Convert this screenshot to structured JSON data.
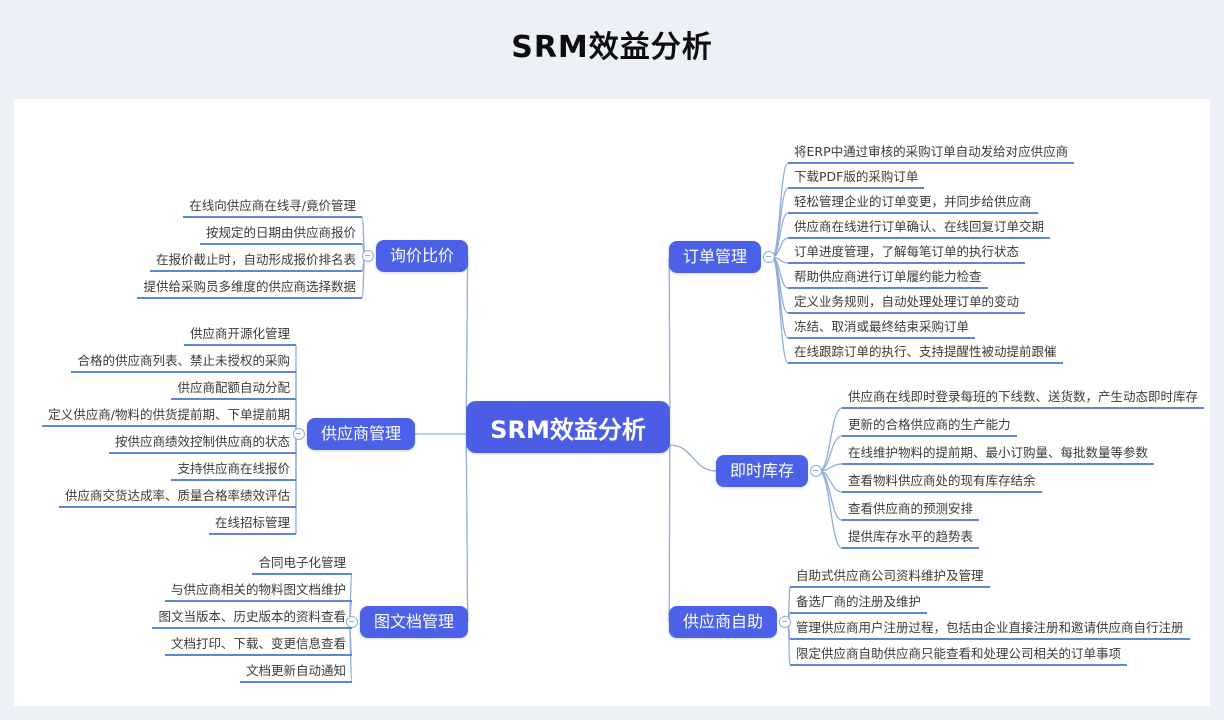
{
  "title": "SRM效益分析",
  "colors": {
    "background": "#edf1f7",
    "panel": "#ffffff",
    "node_fill": "#4a5de4",
    "branch_fill": "#4b61e8",
    "node_text": "#ffffff",
    "leaf_underline": "#5d87d2",
    "connector": "#8fadda",
    "leaf_text": "#3b3b3b"
  },
  "mindmap": {
    "root": "SRM效益分析",
    "branches": [
      {
        "label": "询价比价",
        "leaves": [
          "在线向供应商在线寻/竟价管理",
          "按规定的日期由供应商报价",
          "在报价截止时，自动形成报价排名表",
          "提供给采购员多维度的供应商选择数据"
        ]
      },
      {
        "label": "供应商管理",
        "leaves": [
          "供应商开源化管理",
          "合格的供应商列表、禁止未授权的采购",
          "供应商配额自动分配",
          "定义供应商/物料的供货提前期、下单提前期",
          "按供应商绩效控制供应商的状态",
          "支持供应商在线报价",
          "供应商交货达成率、质量合格率绩效评估",
          "在线招标管理"
        ]
      },
      {
        "label": "图文档管理",
        "leaves": [
          "合同电子化管理",
          "与供应商相关的物料图文档维护",
          "图文当版本、历史版本的资料查看",
          "文档打印、下载、变更信息查看",
          "文档更新自动通知"
        ]
      },
      {
        "label": "订单管理",
        "leaves": [
          "将ERP中通过审核的采购订单自动发给对应供应商",
          "下载PDF版的采购订单",
          "轻松管理企业的订单变更，并同步给供应商",
          "供应商在线进行订单确认、在线回复订单交期",
          "订单进度管理，了解每笔订单的执行状态",
          "帮助供应商进行订单履约能力检查",
          "定义业务规则，自动处理处理订单的变动",
          "冻结、取消或最终结束采购订单",
          "在线跟踪订单的执行、支持提醒性被动提前跟催"
        ]
      },
      {
        "label": "即时库存",
        "leaves": [
          "供应商在线即时登录每班的下线数、送货数，产生动态即时库存",
          "更新的合格供应商的生产能力",
          "在线维护物料的提前期、最小订购量、每批数量等参数",
          "查看物料供应商处的现有库存结余",
          "查看供应商的预测安排",
          "提供库存水平的趋势表"
        ]
      },
      {
        "label": "供应商自助",
        "leaves": [
          "自助式供应商公司资料维护及管理",
          "备选厂商的注册及维护",
          "管理供应商用户注册过程，包括由企业直接注册和邀请供应商自行注册",
          "限定供应商自助供应商只能查看和处理公司相关的订单事项"
        ]
      }
    ]
  }
}
